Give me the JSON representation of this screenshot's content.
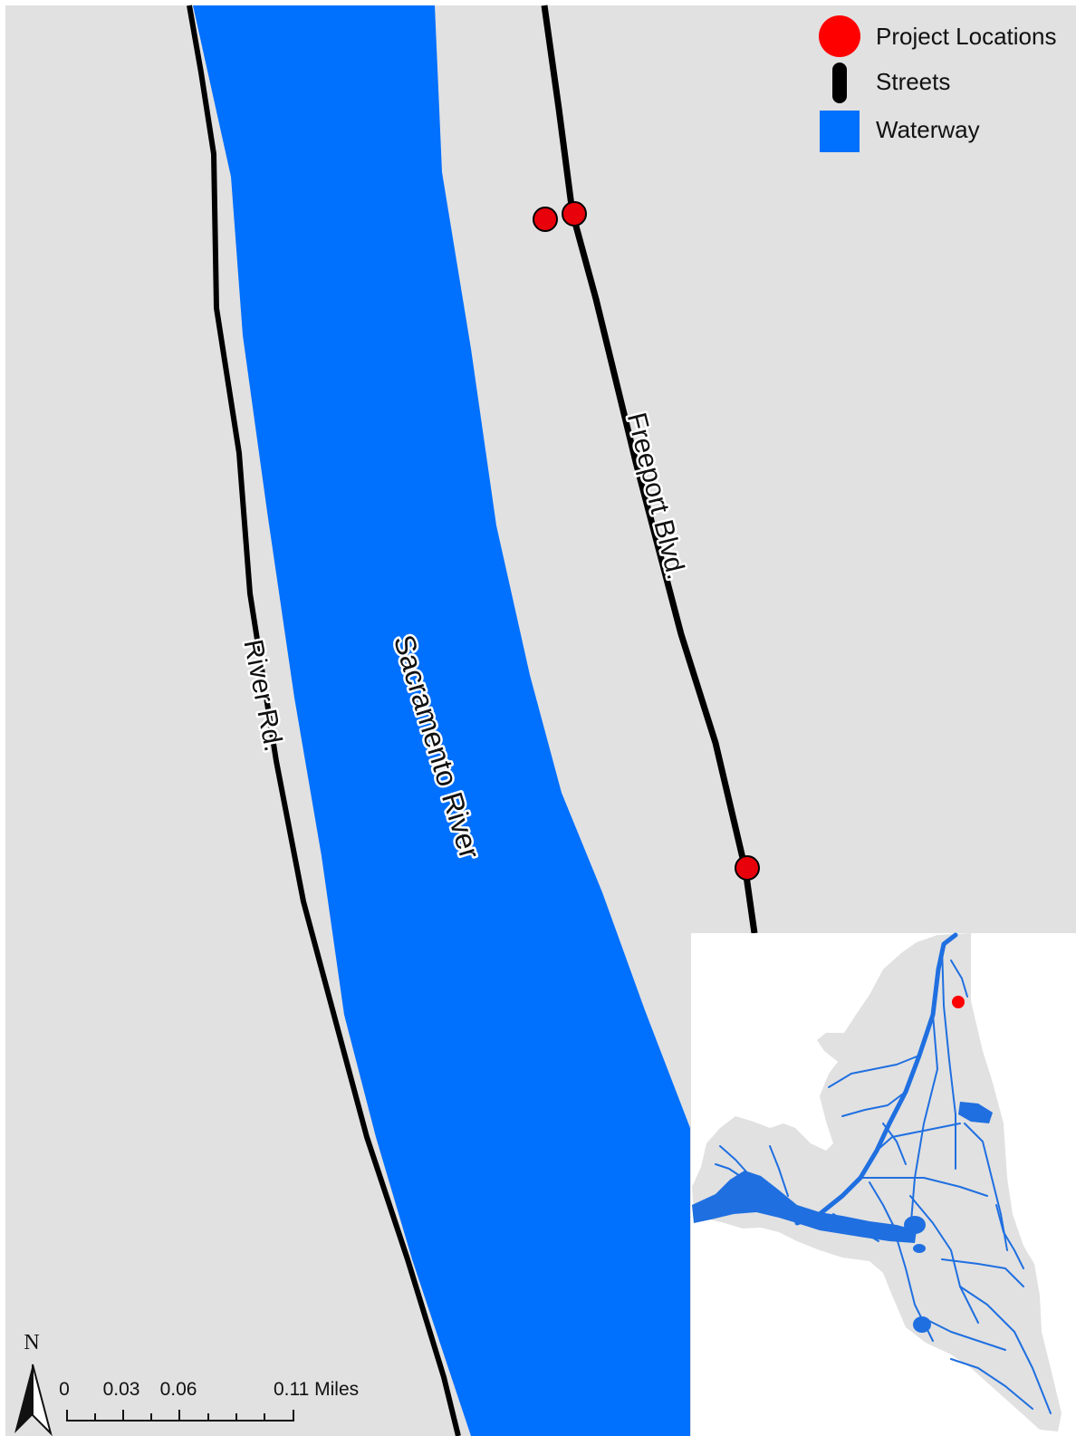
{
  "legend": {
    "items": [
      {
        "label": "Project Locations",
        "symbol": "red-circle",
        "color": "#ff0000"
      },
      {
        "label": "Streets",
        "symbol": "black-line",
        "color": "#000000"
      },
      {
        "label": "Waterway",
        "symbol": "blue-square",
        "color": "#0070ff"
      }
    ]
  },
  "labels": {
    "freeport": "Freeport Blvd.",
    "river_road": "River Rd.",
    "river": "Sacramento River"
  },
  "scale_bar": {
    "ticks": [
      "0",
      "0.03",
      "0.06",
      "0.11 Miles"
    ]
  },
  "north_arrow": {
    "label": "N"
  },
  "colors": {
    "land": "#e1e1e1",
    "water": "#0070ff",
    "project_point": "#e8000a",
    "street": "#000000",
    "inset_land": "#e1e1e1",
    "inset_water": "#1f6fe0"
  }
}
